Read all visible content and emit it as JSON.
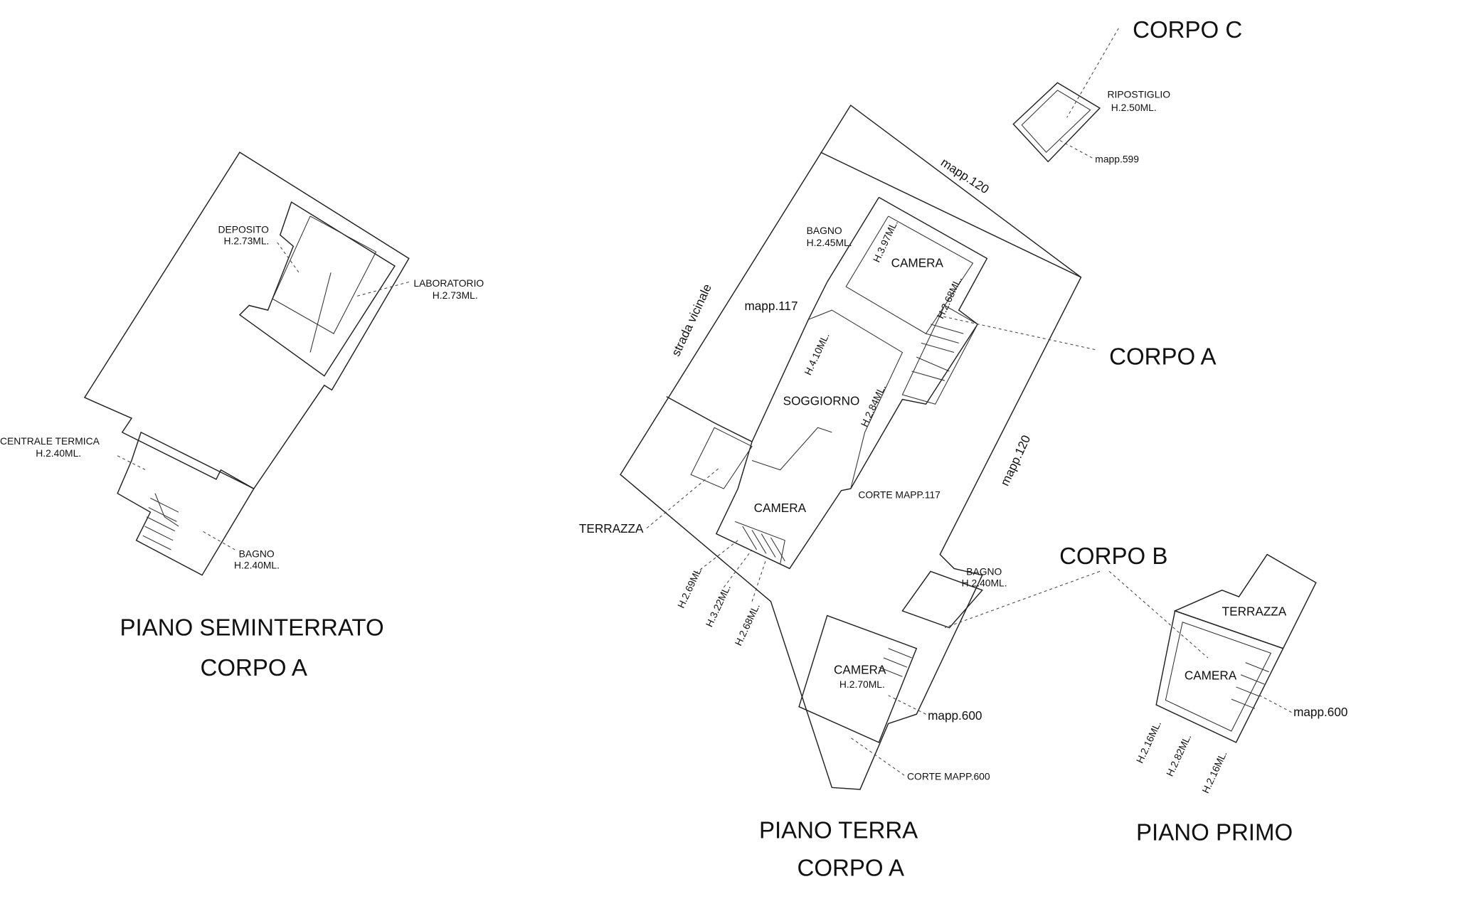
{
  "plans": {
    "seminterrato": {
      "title_line1": "PIANO SEMINTERRATO",
      "title_line2": "CORPO A",
      "rooms": [
        {
          "name": "DEPOSITO",
          "height": "H.2.73ML."
        },
        {
          "name": "LABORATORIO",
          "height": "H.2.73ML."
        },
        {
          "name": "CENTRALE TERMICA",
          "height": "H.2.40ML."
        },
        {
          "name": "BAGNO",
          "height": "H.2.40ML."
        }
      ]
    },
    "terra": {
      "title_line1": "PIANO TERRA",
      "title_line2": "CORPO A",
      "rooms": {
        "bagno_a": {
          "name": "BAGNO",
          "height": "H.2.45ML."
        },
        "camera_top": "CAMERA",
        "soggiorno": "SOGGIORNO",
        "camera_bottom": "CAMERA",
        "terrazza": "TERRAZZA",
        "bagno_b": {
          "name": "BAGNO",
          "height": "H.2.40ML."
        },
        "camera_b": {
          "name": "CAMERA",
          "height": "H.2.70ML."
        }
      },
      "heights": [
        "H.3.97ML.",
        "H.2.68ML.",
        "H.4.10ML.",
        "H.2.84ML.",
        "H.2.69ML.",
        "H.3.22ML.",
        "H.2.68ML."
      ],
      "parcels": {
        "mapp120_top": "mapp.120",
        "mapp120_right": "mapp.120",
        "mapp117": "mapp.117",
        "strada": "strada vicinale",
        "corte117": "CORTE MAPP.117",
        "mapp600": "mapp.600",
        "corte600": "CORTE MAPP.600"
      }
    },
    "primo": {
      "title": "PIANO PRIMO",
      "terrazza": "TERRAZZA",
      "camera": "CAMERA",
      "mapp": "mapp.600",
      "heights": [
        "H.2.16ML.",
        "H.2.82ML.",
        "H.2.16ML."
      ]
    },
    "corpo_c": {
      "label": "CORPO C",
      "room": "RIPOSTIGLIO",
      "height": "H.2.50ML.",
      "mapp": "mapp.599"
    },
    "corpo_a_label": "CORPO A",
    "corpo_b_label": "CORPO B"
  }
}
